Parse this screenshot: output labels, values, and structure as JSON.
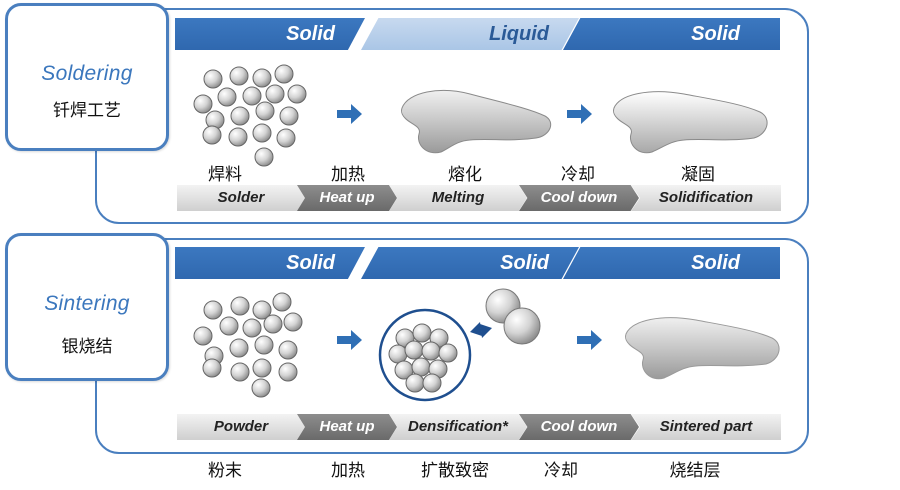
{
  "soldering": {
    "title_en": "Soldering",
    "title_cn": "钎焊工艺",
    "phases": [
      "Solid",
      "Liquid",
      "Solid"
    ],
    "steps_en": [
      "Solder",
      "Heat up",
      "Melting",
      "Cool down",
      "Solidification"
    ],
    "steps_cn": [
      "焊料",
      "加热",
      "熔化",
      "冷却",
      "凝固"
    ]
  },
  "sintering": {
    "title_en": "Sintering",
    "title_cn": "银烧结",
    "phases": [
      "Solid",
      "Solid",
      "Solid"
    ],
    "steps_en": [
      "Powder",
      "Heat up",
      "Densification*",
      "Cool down",
      "Sintered part"
    ],
    "steps_cn": [
      "粉末",
      "加热",
      "扩散致密",
      "冷却",
      "烧结层"
    ]
  },
  "colors": {
    "frame_blue": "#4a7fbf",
    "solid_band": "#3c78c0",
    "liquid_band": "#bcd2ec",
    "arrow_blue": "#2f6fb5",
    "particle": "#d8d8d8"
  }
}
